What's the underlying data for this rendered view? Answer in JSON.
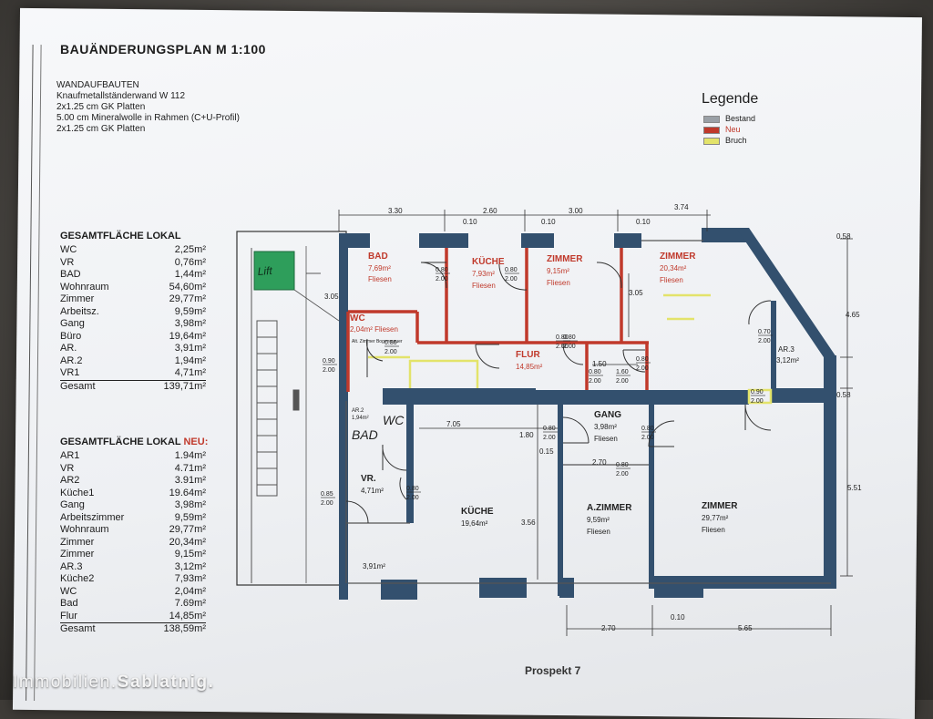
{
  "document": {
    "title": "BAUÄNDERUNGSPLAN M 1:100",
    "wall_build": {
      "heading": "WANDAUFBAUTEN",
      "lines": [
        "Knaufmetallständerwand W 112",
        "2x1.25 cm GK Platten",
        "5.00 cm Mineralwolle in Rahmen (C+U-Profil)",
        "2x1.25 cm GK Platten"
      ]
    },
    "legend": {
      "title": "Legende",
      "items": [
        {
          "label": "Bestand",
          "color": "#9aa0a6"
        },
        {
          "label": "Neu",
          "color": "#c0392b"
        },
        {
          "label": "Bruch",
          "color": "#e3e36a"
        }
      ]
    },
    "table_old": {
      "title": "GESAMTFLÄCHE LOKAL",
      "rows": [
        {
          "label": "WC",
          "value": "2,25m²"
        },
        {
          "label": "VR",
          "value": "0,76m²"
        },
        {
          "label": "BAD",
          "value": "1,44m²"
        },
        {
          "label": "Wohnraum",
          "value": "54,60m²"
        },
        {
          "label": "Zimmer",
          "value": "29,77m²"
        },
        {
          "label": "Arbeitsz.",
          "value": "9,59m²"
        },
        {
          "label": "Gang",
          "value": "3,98m²"
        },
        {
          "label": "Büro",
          "value": "19,64m²"
        },
        {
          "label": "AR.",
          "value": "3,91m²"
        },
        {
          "label": "AR.2",
          "value": "1,94m²"
        },
        {
          "label": "VR1",
          "value": "4,71m²"
        }
      ],
      "total": {
        "label": "Gesamt",
        "value": "139,71m²"
      }
    },
    "table_new": {
      "title_prefix": "GESAMTFLÄCHE LOKAL",
      "title_suffix": "NEU:",
      "rows": [
        {
          "label": "AR1",
          "value": "1.94m²"
        },
        {
          "label": "VR",
          "value": "4.71m²"
        },
        {
          "label": "AR2",
          "value": "3.91m²"
        },
        {
          "label": "Küche1",
          "value": "19.64m²"
        },
        {
          "label": "Gang",
          "value": "3,98m²"
        },
        {
          "label": "Arbeitszimmer",
          "value": "9,59m²"
        },
        {
          "label": "Wohnraum",
          "value": "29,77m²"
        },
        {
          "label": "Zimmer",
          "value": "20,34m²"
        },
        {
          "label": "Zimmer",
          "value": "9,15m²"
        },
        {
          "label": "AR.3",
          "value": "3,12m²"
        },
        {
          "label": "Küche2",
          "value": "7,93m²"
        },
        {
          "label": "WC",
          "value": "2,04m²"
        },
        {
          "label": "Bad",
          "value": "7.69m²"
        },
        {
          "label": "Flur",
          "value": "14,85m²"
        }
      ],
      "total": {
        "label": "Gesamt",
        "value": "138,59m²"
      }
    },
    "dimensions": {
      "top": [
        "3.30",
        "2.60",
        "3.00",
        "3.74",
        "0.10",
        "0.10",
        "0.10"
      ],
      "right": [
        "0.58",
        "4.65",
        "0.58",
        "5.51"
      ],
      "bottom": [
        "2.70",
        "0.10",
        "5.65"
      ],
      "inner": [
        "3.05",
        "3.05",
        "7.05",
        "1.80",
        "0.15",
        "3.56",
        "2.70",
        "1.50"
      ]
    },
    "rooms": {
      "bad": {
        "name": "BAD",
        "area": "7,69m²",
        "finish": "Fliesen"
      },
      "kueche_top": {
        "name": "KÜCHE",
        "area": "7,93m²",
        "finish": "Fliesen"
      },
      "zimmer_a": {
        "name": "ZIMMER",
        "area": "9,15m²",
        "finish": "Fliesen"
      },
      "zimmer_b": {
        "name": "ZIMMER",
        "area": "20,34m²",
        "finish": "Fliesen"
      },
      "wc": {
        "name": "WC",
        "area_finish": "2,04m² Fliesen"
      },
      "flur": {
        "name": "FLUR",
        "area": "14,85m²"
      },
      "ar3": {
        "name": "AR.3",
        "area": "3,12m²"
      },
      "ar2": {
        "name": "AR.2",
        "area": "1,94m²"
      },
      "gang": {
        "name": "GANG",
        "area": "3,98m²",
        "finish": "Fliesen"
      },
      "vr": {
        "name": "VR.",
        "area": "4,71m²"
      },
      "kueche": {
        "name": "KÜCHE",
        "area": "19,64m²"
      },
      "azimmer": {
        "name": "A.ZIMMER",
        "area": "9,59m²",
        "finish": "Fliesen"
      },
      "zimmer": {
        "name": "ZIMMER",
        "area": "29,77m²",
        "finish": "Fliesen"
      },
      "ar": {
        "area": "3,91m²"
      }
    },
    "door_labels": [
      {
        "top": "0.80",
        "bottom": "2.00"
      },
      {
        "top": "0.80",
        "bottom": "2.00"
      },
      {
        "top": "0.80",
        "bottom": "2.00"
      },
      {
        "top": "0.80",
        "bottom": "2.00"
      },
      {
        "top": "0.80",
        "bottom": "2.00"
      },
      {
        "top": "0.90",
        "bottom": "2.00"
      },
      {
        "top": "0.80",
        "bottom": "2.00"
      },
      {
        "top": "1.60",
        "bottom": "2.00"
      },
      {
        "top": "0.80",
        "bottom": "2.00"
      },
      {
        "top": "0.70",
        "bottom": "2.00"
      },
      {
        "top": "0.90",
        "bottom": "2.00"
      },
      {
        "top": "0.80",
        "bottom": "2.00"
      },
      {
        "top": "0.80",
        "bottom": "2.00"
      },
      {
        "top": "0.80",
        "bottom": "2.00"
      },
      {
        "top": "0.85",
        "bottom": "2.00"
      },
      {
        "top": "0.80",
        "bottom": "2.00"
      }
    ],
    "note_small": "Alt. Zimmer Bogenmauer",
    "handwriting": {
      "lift": "Lift",
      "wc": "WC",
      "bad": "BAD"
    },
    "footer_partial": "Prospekt 7",
    "lift_color": "#2e9e5b",
    "wall_color": "#33506e"
  },
  "watermark": {
    "part1": "Immobilien.",
    "part2": "Sablatnig."
  }
}
